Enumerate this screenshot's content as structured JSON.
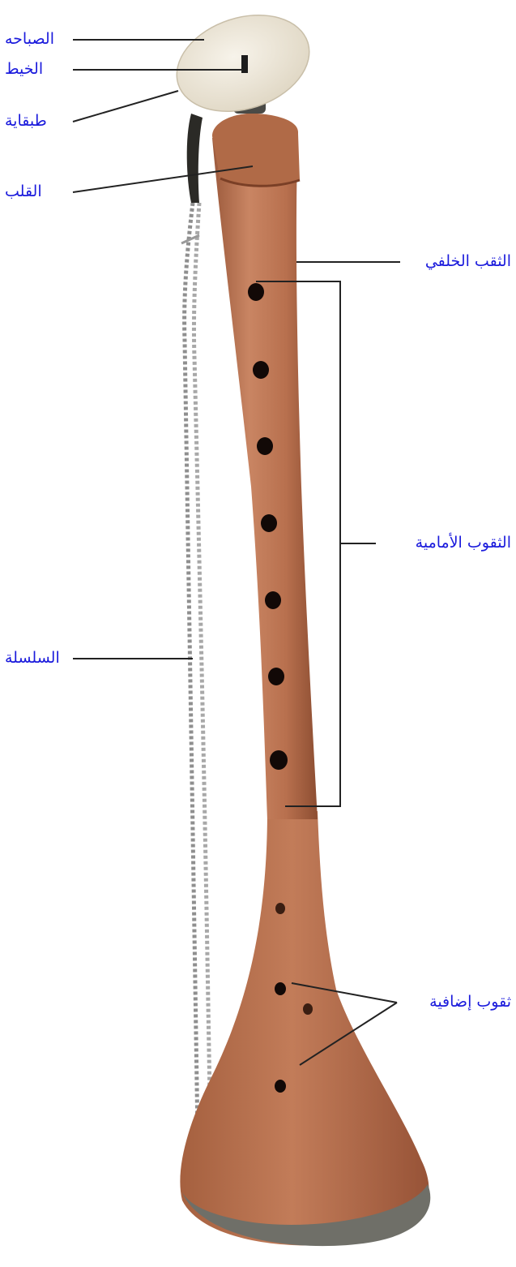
{
  "diagram": {
    "labels": {
      "sabaha": "الصباحه",
      "khait": "الخيط",
      "tabaqaya": "طبقاية",
      "qalb": "القلب",
      "silsila": "السلسلة",
      "back_hole": "الثقب الخلفي",
      "front_holes": "الثقوب الأمامية",
      "extra_holes": "ثقوب إضافية"
    },
    "colors": {
      "label_text": "#1a1adc",
      "leader_line": "#222222",
      "wood": "#b9714e",
      "wood_dark": "#8f4f33",
      "disc": "#efe9da",
      "chain": "#9a9a9a",
      "hole": "#120907"
    }
  }
}
